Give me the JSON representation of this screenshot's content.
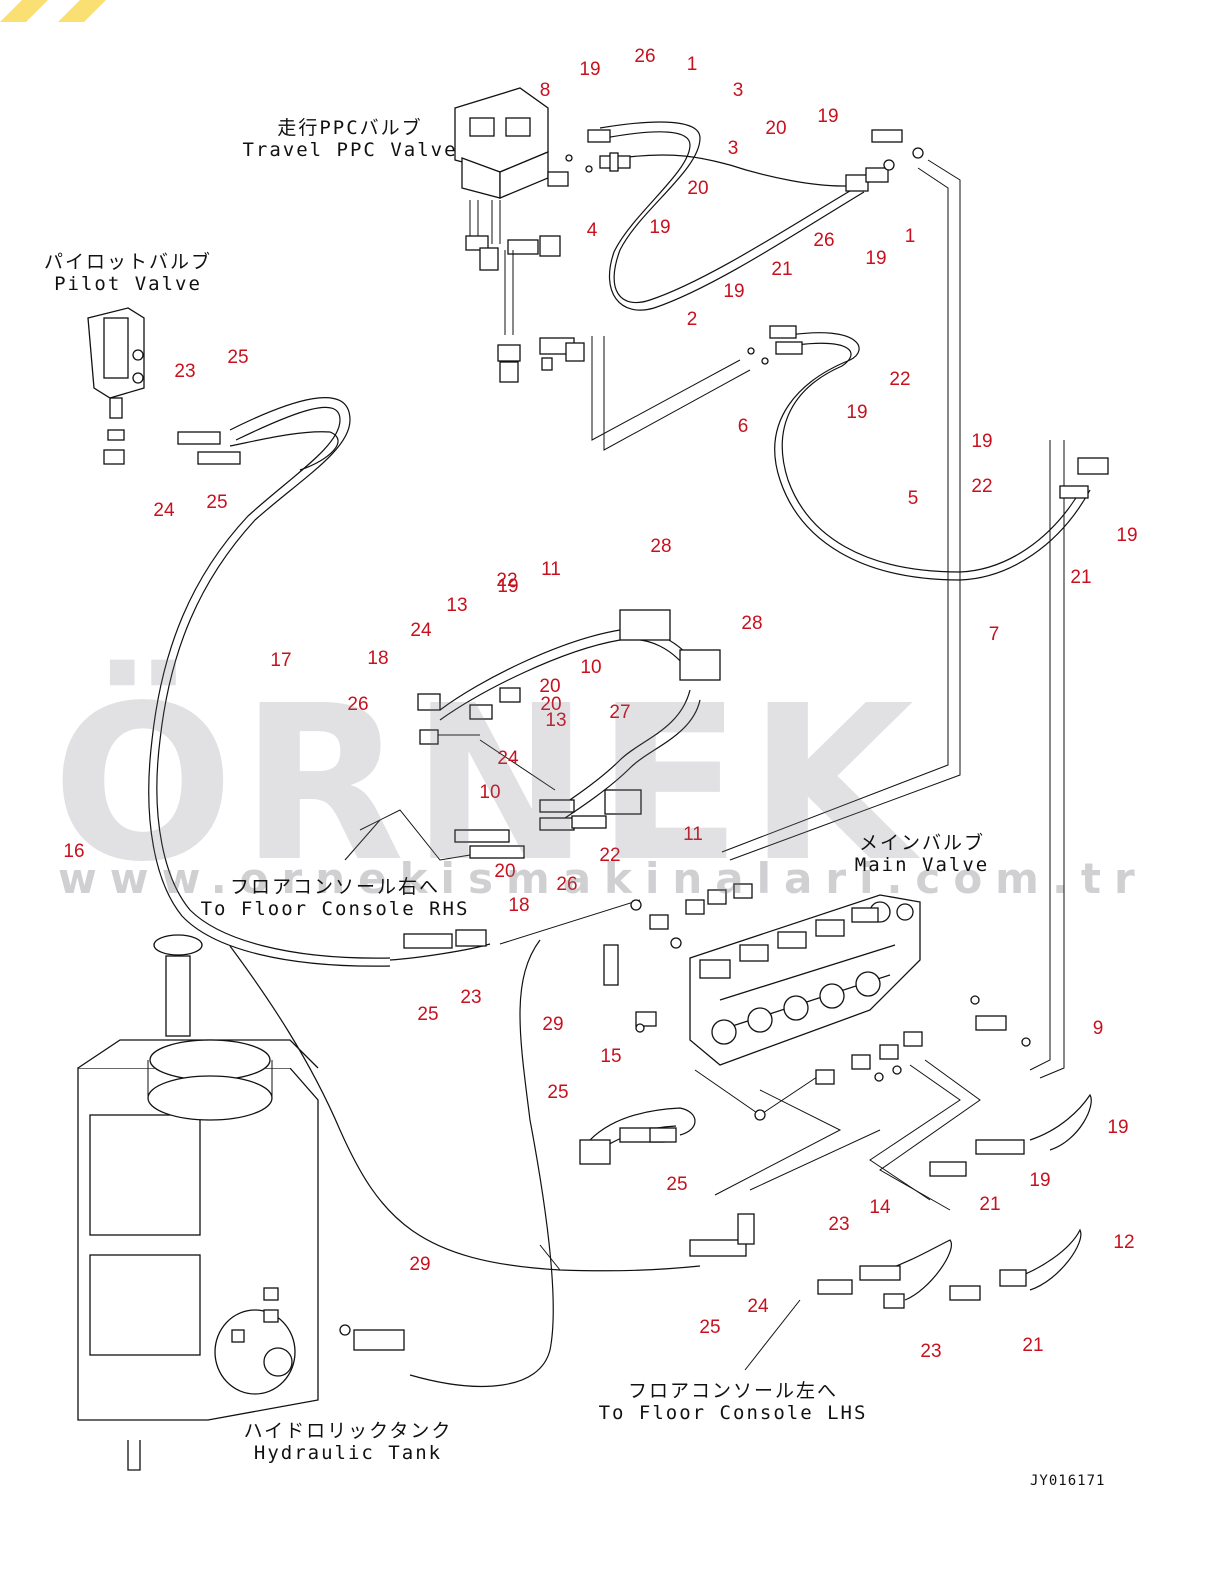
{
  "watermark": {
    "brand": "ÖRNEK",
    "website": "www.ornekismakinalari.com.tr",
    "accent_color": "#f5c400"
  },
  "components": {
    "travel_ppc_valve": {
      "ja": "走行PPCバルブ",
      "en": "Travel PPC Valve"
    },
    "pilot_valve": {
      "ja": "パイロットバルブ",
      "en": "Pilot Valve"
    },
    "main_valve": {
      "ja": "メインバルブ",
      "en": "Main Valve"
    },
    "to_floor_console_rhs": {
      "ja": "フロアコンソール右へ",
      "en": "To Floor Console RHS"
    },
    "to_floor_console_lhs": {
      "ja": "フロアコンソール左へ",
      "en": "To Floor Console LHS"
    },
    "hydraulic_tank": {
      "ja": "ハイドロリックタンク",
      "en": "Hydraulic Tank"
    }
  },
  "callouts": [
    "19",
    "26",
    "1",
    "8",
    "3",
    "3",
    "20",
    "19",
    "20",
    "19",
    "1",
    "26",
    "19",
    "4",
    "20",
    "19",
    "21",
    "2",
    "19",
    "22",
    "19",
    "6",
    "5",
    "19",
    "22",
    "19",
    "21",
    "7",
    "23",
    "25",
    "24",
    "25",
    "17",
    "16",
    "28",
    "22",
    "11",
    "13",
    "24",
    "18",
    "20",
    "10",
    "26",
    "28",
    "27",
    "13",
    "24",
    "10",
    "11",
    "20",
    "22",
    "26",
    "18",
    "23",
    "25",
    "29",
    "15",
    "25",
    "25",
    "9",
    "19",
    "19",
    "29",
    "14",
    "23",
    "23",
    "21",
    "12",
    "21",
    "24",
    "25"
  ],
  "drawing_code": "JY016171",
  "colors": {
    "callout": "#c8101e",
    "linework": "#111111"
  }
}
